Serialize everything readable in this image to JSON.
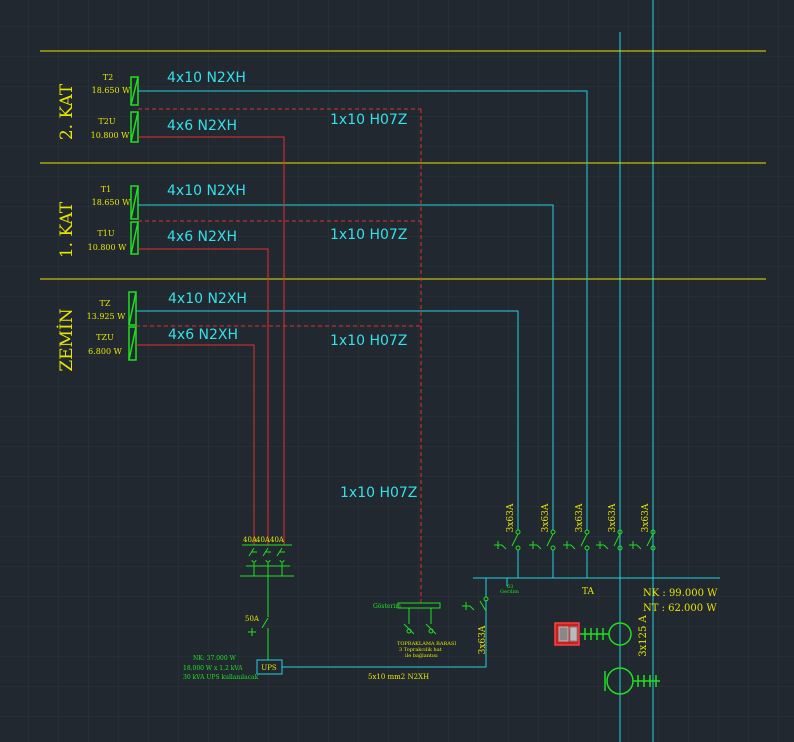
{
  "colors": {
    "background": "#212830",
    "grid": "#2b333c",
    "floor_line": "#e6e600",
    "floor_label": "#e6e600",
    "cable_label": "#35e0e8",
    "cyan_line": "#22d2dc",
    "red_line": "#e03030",
    "panel_green": "#20e020",
    "small_text": "#e6e600"
  },
  "floors": [
    {
      "label": "2. KAT",
      "panels": [
        {
          "name": "T2",
          "power": "18.650 W",
          "cable": "4x10 N2XH"
        },
        {
          "name": "T2U",
          "power": "10.800 W",
          "cable": "4x6 N2XH"
        }
      ],
      "ground_cable": "1x10 H07Z"
    },
    {
      "label": "1. KAT",
      "panels": [
        {
          "name": "T1",
          "power": "18.650 W",
          "cable": "4x10 N2XH"
        },
        {
          "name": "T1U",
          "power": "10.800 W",
          "cable": "4x6 N2XH"
        }
      ],
      "ground_cable": "1x10 H07Z"
    },
    {
      "label": "ZEMİN",
      "panels": [
        {
          "name": "TZ",
          "power": "13.925 W",
          "cable": "4x10 N2XH"
        },
        {
          "name": "TZU",
          "power": "6.800 W",
          "cable": "4x6 N2XH"
        }
      ],
      "ground_cable": "1x10 H07Z"
    }
  ],
  "vertical_ground_cable": "1x10 H07Z",
  "ups_breakers": [
    "40A",
    "40A",
    "40A"
  ],
  "ups": {
    "label": "UPS",
    "breaker": "50A",
    "notes": [
      "NK: 37.000 W",
      "18.000 W x 1.2 kVA",
      "30 kVA UPS kullanılacak"
    ]
  },
  "ups_feed_cable": "5x10 mm2 N2XH",
  "earthing": {
    "label": "Gösterim",
    "notes": [
      "TOPRAKLAMA BARASI",
      "3 Toprakcılik hat",
      "ile bağlantısı"
    ]
  },
  "main_breakers": [
    "3x63A",
    "3x63A",
    "3x63A",
    "3x63A",
    "3x63A"
  ],
  "feeder_breaker": "3x63A",
  "main_panel": {
    "label": "TA",
    "small_breaker": "63",
    "small_breaker_note": "Gerilim",
    "nk": "NK  : 99.000 W",
    "nt": "NT  : 62.000 W",
    "main_switch": "3x125 A"
  }
}
